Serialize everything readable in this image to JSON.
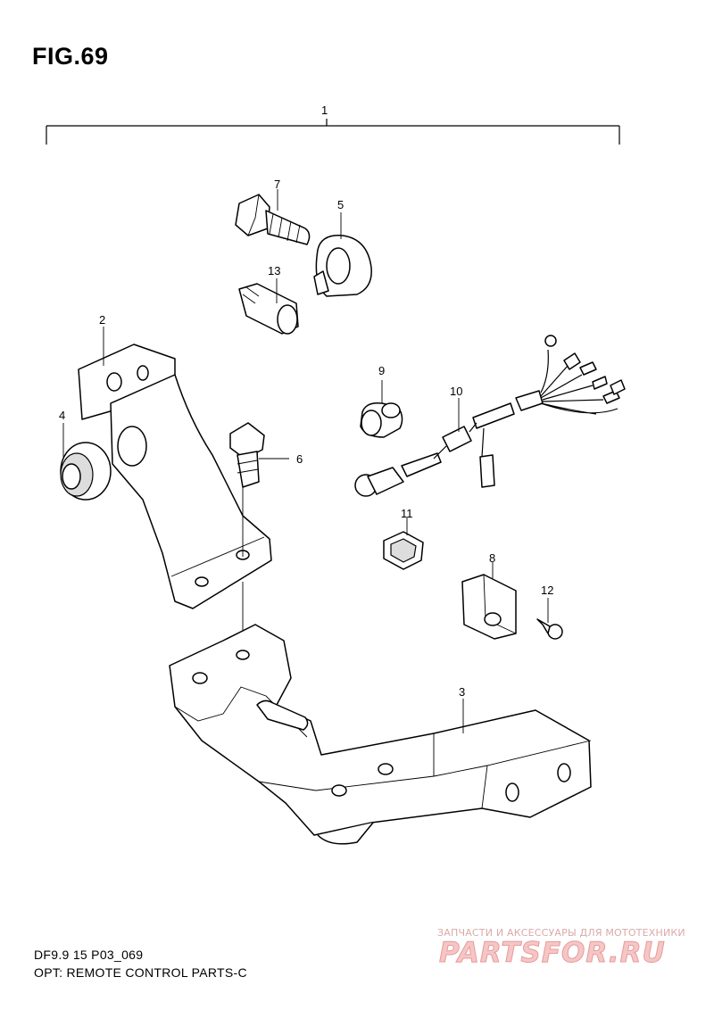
{
  "figure": {
    "title": "FIG.69"
  },
  "callouts": [
    "1",
    "2",
    "3",
    "4",
    "5",
    "6",
    "7",
    "8",
    "9",
    "10",
    "11",
    "12",
    "13"
  ],
  "footer": {
    "model": "DF9.9 15 P03_069",
    "caption": "OPT: REMOTE CONTROL PARTS-C"
  },
  "watermark": {
    "tagline": "ЗАПЧАСТИ И АКСЕССУАРЫ ДЛЯ МОТОТЕХНИКИ",
    "logo": "PARTSFOR.RU"
  },
  "colors": {
    "ink": "#000000",
    "background": "#ffffff",
    "watermark": "#f6c6c6"
  }
}
